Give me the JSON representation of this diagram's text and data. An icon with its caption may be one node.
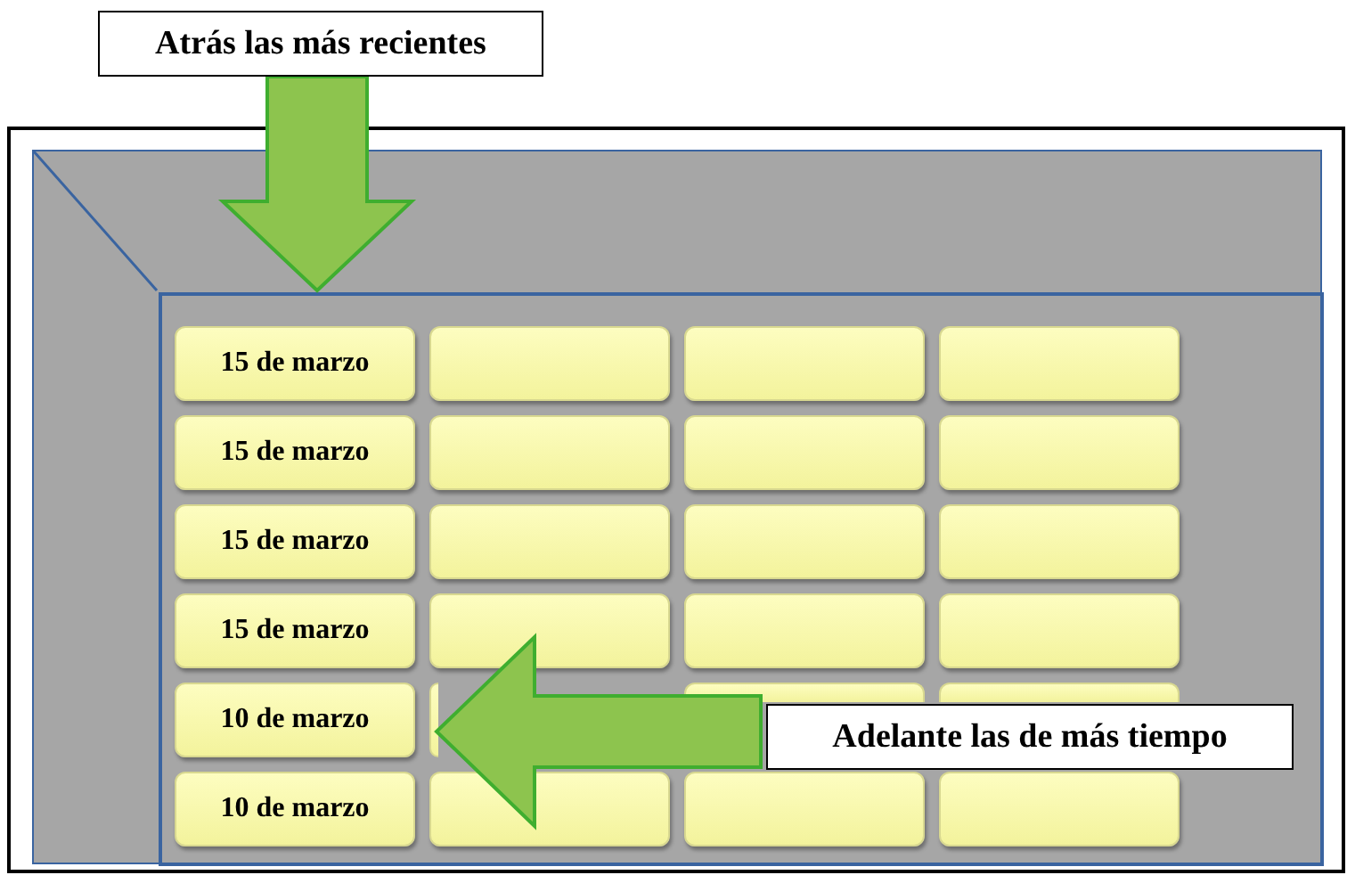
{
  "diagram": {
    "nodes": [
      {
        "text": [
          "Atrás las más recientes"
        ]
      },
      {
        "text": [],
        "shape": "box"
      },
      {
        "text": [],
        "shape": "box",
        "in": 1
      },
      {
        "text": [
          "15 de marzo"
        ],
        "in": 2
      },
      {
        "text": [],
        "shape": "box",
        "in": 2
      },
      {
        "text": [],
        "shape": "box",
        "in": 2
      },
      {
        "text": [],
        "shape": "box",
        "in": 2
      },
      {
        "text": [
          "15 de marzo"
        ],
        "in": 2
      },
      {
        "text": [],
        "shape": "box",
        "in": 2
      },
      {
        "text": [],
        "shape": "box",
        "in": 2
      },
      {
        "text": [],
        "shape": "box",
        "in": 2
      },
      {
        "text": [
          "15 de marzo"
        ],
        "in": 2
      },
      {
        "text": [],
        "shape": "box",
        "in": 2
      },
      {
        "text": [],
        "shape": "box",
        "in": 2
      },
      {
        "text": [],
        "shape": "box",
        "in": 2
      },
      {
        "text": [
          "15 de marzo"
        ],
        "in": 2
      },
      {
        "text": [],
        "shape": "box",
        "in": 2
      },
      {
        "text": [],
        "shape": "box",
        "in": 2
      },
      {
        "text": [],
        "shape": "box",
        "in": 2
      },
      {
        "text": [
          "10 de marzo"
        ],
        "in": 2
      },
      {
        "text": [],
        "shape": "box",
        "in": 2
      },
      {
        "text": [],
        "shape": "box",
        "in": 2
      },
      {
        "text": [],
        "shape": "box",
        "in": 2
      },
      {
        "text": [
          "10 de marzo"
        ],
        "in": 2
      },
      {
        "text": [],
        "shape": "box",
        "in": 2
      },
      {
        "text": [],
        "shape": "box",
        "in": 2
      },
      {
        "text": [],
        "shape": "box",
        "in": 2
      },
      {
        "text": [
          "Adelante las de más tiempo"
        ],
        "in": 2
      }
    ],
    "edges": [
      {
        "from": 0,
        "to": 2,
        "arrow": "to",
        "style": "thick",
        "color": "#8dc44e"
      },
      {
        "from": 27,
        "to": null,
        "arrow": "to",
        "style": "thick",
        "color": "#8dc44e"
      }
    ]
  }
}
